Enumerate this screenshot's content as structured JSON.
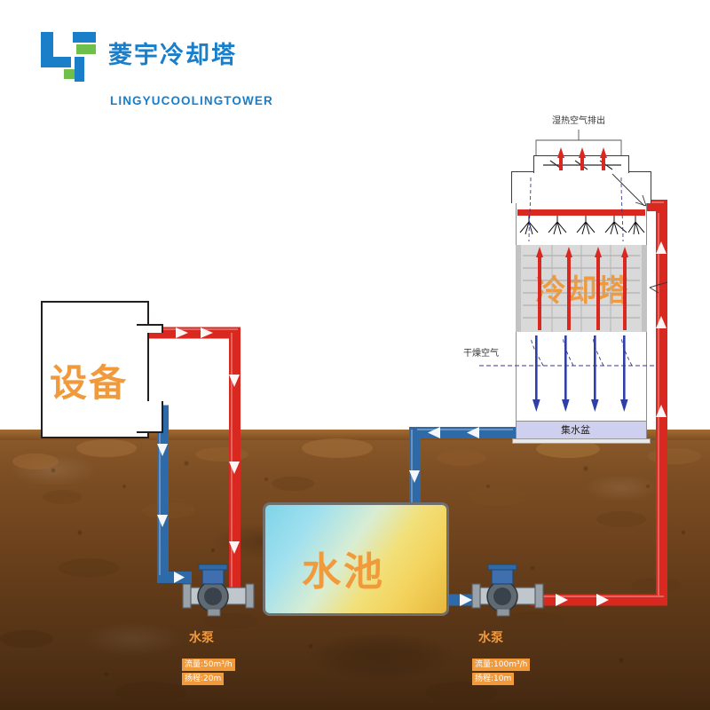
{
  "logo": {
    "brand_cn": "菱宇冷却塔",
    "brand_en": "LINGYUCOOLINGTOWER",
    "mark_color": "#1a7ec9",
    "mark_accent": "#6ec04a"
  },
  "diagram": {
    "title_equipment": "设备",
    "title_pool": "水池",
    "title_tower": "冷却塔",
    "basin_label": "集水盆",
    "hot_air_label": "湿热空气排出",
    "dry_air_label": "干燥空气",
    "colors": {
      "hot_pipe": "#d8281f",
      "cold_pipe": "#2f6aa8",
      "accent_text": "#f19a3c",
      "ground_top": "#8a5a2b",
      "ground_bottom": "#42270f",
      "water_fill": "#cfd0ef",
      "fill_media": "#d9d9d9"
    }
  },
  "pumps": [
    {
      "name": "水泵",
      "flow": "流量:50m³/h",
      "head": "扬程:20m"
    },
    {
      "name": "水泵",
      "flow": "流量:100m³/h",
      "head": "扬程:10m"
    }
  ]
}
